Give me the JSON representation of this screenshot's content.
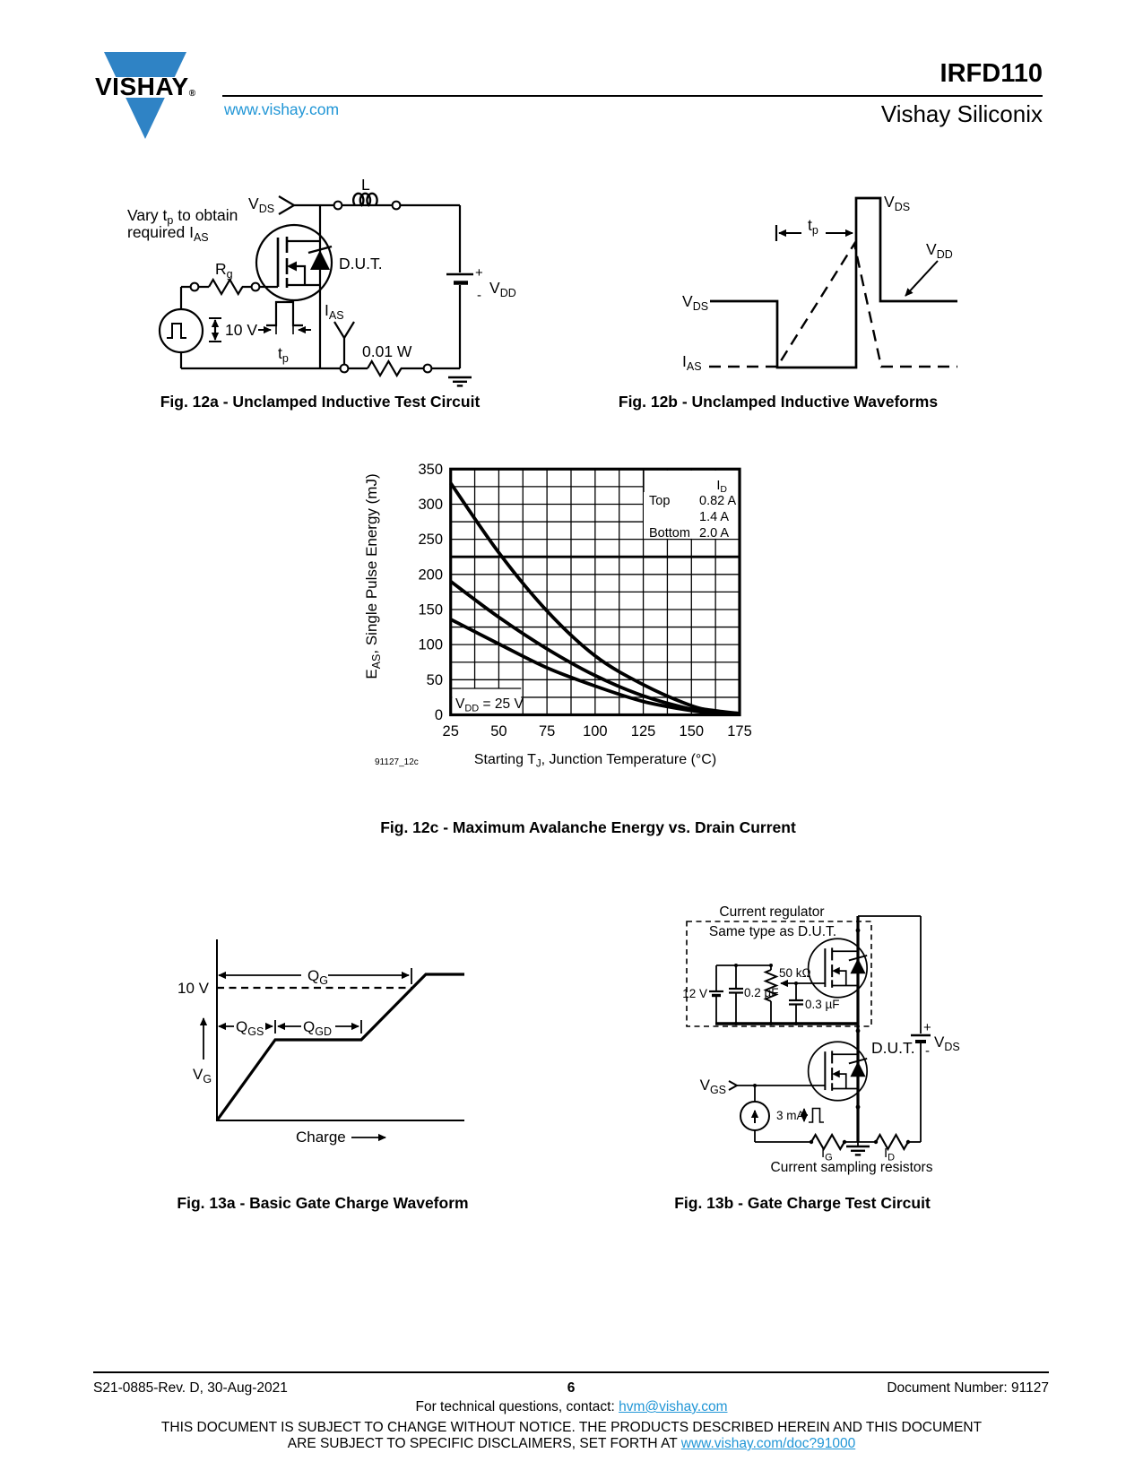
{
  "header": {
    "brand": "VISHAY",
    "brand_reg": "®",
    "logo_color": "#2f83c5",
    "link_color": "#2196d6",
    "website": "www.vishay.com",
    "part_number": "IRFD110",
    "company": "Vishay Siliconix"
  },
  "fig12a": {
    "caption": "Fig. 12a - Unclamped Inductive Test Circuit",
    "note1_pre": "Vary t",
    "note1_sub": "p",
    "note1_post": " to obtain",
    "note2_pre": "required I",
    "note2_sub": "AS",
    "vds_pre": "V",
    "vds_sub": "DS",
    "inductor": "L",
    "rg_pre": "R",
    "rg_sub": "g",
    "dut": "D.U.T.",
    "ias_pre": "I",
    "ias_sub": "AS",
    "pulse_v": "10 V",
    "tp_pre": "t",
    "tp_sub": "p",
    "resistor": "0.01 W",
    "plus": "+",
    "minus": "-",
    "vdd_pre": "V",
    "vdd_sub": "DD"
  },
  "fig12b": {
    "caption": "Fig. 12b - Unclamped Inductive Waveforms",
    "vds_top_pre": "V",
    "vds_top_sub": "DS",
    "vdd_pre": "V",
    "vdd_sub": "DD",
    "vds_left_pre": "V",
    "vds_left_sub": "DS",
    "ias_pre": "I",
    "ias_sub": "AS",
    "tp_pre": "t",
    "tp_sub": "p"
  },
  "fig12c": {
    "caption": "Fig. 12c - Maximum Avalanche Energy vs. Drain Current",
    "watermark": "91127_12c",
    "ylabel_pre": "E",
    "ylabel_sub": "AS",
    "ylabel_post": ", Single Pulse Energy (mJ)",
    "xlabel_pre": "Starting T",
    "xlabel_sub": "J",
    "xlabel_post": ", Junction Temperature (°C)",
    "ann_pre": "V",
    "ann_sub": "DD",
    "ann_post": " = 25 V",
    "legend_title_pre": "I",
    "legend_title_sub": "D"
  },
  "chart_data": {
    "type": "line",
    "title": "Fig. 12c - Maximum Avalanche Energy vs. Drain Current",
    "xlabel": "Starting TJ, Junction Temperature (°C)",
    "ylabel": "EAS, Single Pulse Energy (mJ)",
    "xlim": [
      25,
      175
    ],
    "ylim": [
      0,
      350
    ],
    "x_ticks": [
      25,
      50,
      75,
      100,
      125,
      150,
      175
    ],
    "y_ticks": [
      0,
      50,
      100,
      150,
      200,
      250,
      300,
      350
    ],
    "x_grid_step": 12.5,
    "y_grid_step": 25,
    "grid": true,
    "legend_position": "top-right",
    "legend_title": "ID",
    "annotation": "VDD = 25 V",
    "x": [
      25,
      50,
      75,
      100,
      125,
      150,
      162,
      175
    ],
    "series": [
      {
        "name": "Top",
        "id": "0.82 A",
        "y": [
          330,
          231,
          148,
          84,
          43,
          13,
          6,
          2
        ]
      },
      {
        "name": "",
        "id": "1.4 A",
        "y": [
          190,
          139,
          94,
          56,
          27,
          8,
          4,
          1.5
        ]
      },
      {
        "name": "Bottom",
        "id": "2.0 A",
        "y": [
          136,
          101,
          67,
          41,
          19,
          6,
          2.5,
          1
        ]
      }
    ]
  },
  "fig13a": {
    "caption": "Fig. 13a - Basic Gate Charge Waveform",
    "qg_pre": "Q",
    "qg_sub": "G",
    "qgs_pre": "Q",
    "qgs_sub": "GS",
    "qgd_pre": "Q",
    "qgd_sub": "GD",
    "v10": "10 V",
    "vg_pre": "V",
    "vg_sub": "G",
    "charge": "Charge"
  },
  "fig13b": {
    "caption": "Fig. 13b - Gate Charge Test Circuit",
    "current_regulator": "Current regulator",
    "same_type": "Same type as D.U.T.",
    "v12": "12 V",
    "c1": "0.2 µF",
    "pot": "50 kΩ",
    "c2": "0.3 µF",
    "dut": "D.U.T.",
    "vgs_pre": "V",
    "vgs_sub": "GS",
    "i3ma": "3 mA",
    "plus": "+",
    "minus": "-",
    "vds_pre": "V",
    "vds_sub": "DS",
    "ig_pre": "I",
    "ig_sub": "G",
    "id_pre": "I",
    "id_sub": "D",
    "sampling": "Current sampling resistors"
  },
  "footer": {
    "revision": "S21-0885-Rev. D, 30-Aug-2021",
    "page": "6",
    "doc_number": "Document Number: 91127",
    "contact_pre": "For technical questions, contact: ",
    "contact_link": "hvm@vishay.com",
    "disclaimer1": "THIS DOCUMENT IS SUBJECT TO CHANGE WITHOUT NOTICE. THE PRODUCTS DESCRIBED HEREIN AND THIS DOCUMENT",
    "disclaimer2_pre": "ARE SUBJECT TO SPECIFIC DISCLAIMERS, SET FORTH AT ",
    "disclaimer2_link": "www.vishay.com/doc?91000"
  }
}
